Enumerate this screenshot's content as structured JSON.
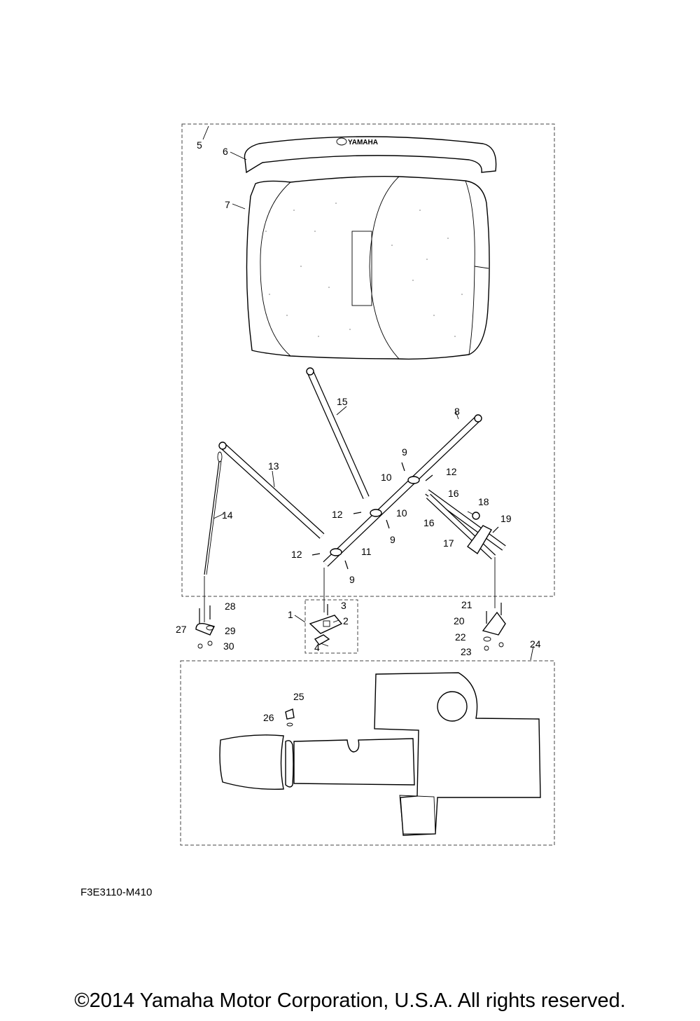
{
  "diagram_code": "F3E3110-M410",
  "copyright": "©2014 Yamaha Motor Corporation, U.S.A. All rights reserved.",
  "brand_mark": "YAMAHA",
  "callouts": {
    "c1": "1",
    "c2": "2",
    "c3": "3",
    "c4": "4",
    "c5": "5",
    "c6": "6",
    "c7": "7",
    "c8": "8",
    "c9a": "9",
    "c9b": "9",
    "c9c": "9",
    "c10a": "10",
    "c10b": "10",
    "c11": "11",
    "c12a": "12",
    "c12b": "12",
    "c12c": "12",
    "c13": "13",
    "c14": "14",
    "c15": "15",
    "c16a": "16",
    "c16b": "16",
    "c17": "17",
    "c18": "18",
    "c19": "19",
    "c20": "20",
    "c21": "21",
    "c22": "22",
    "c23": "23",
    "c24": "24",
    "c25": "25",
    "c26": "26",
    "c27": "27",
    "c28": "28",
    "c29": "29",
    "c30": "30"
  }
}
